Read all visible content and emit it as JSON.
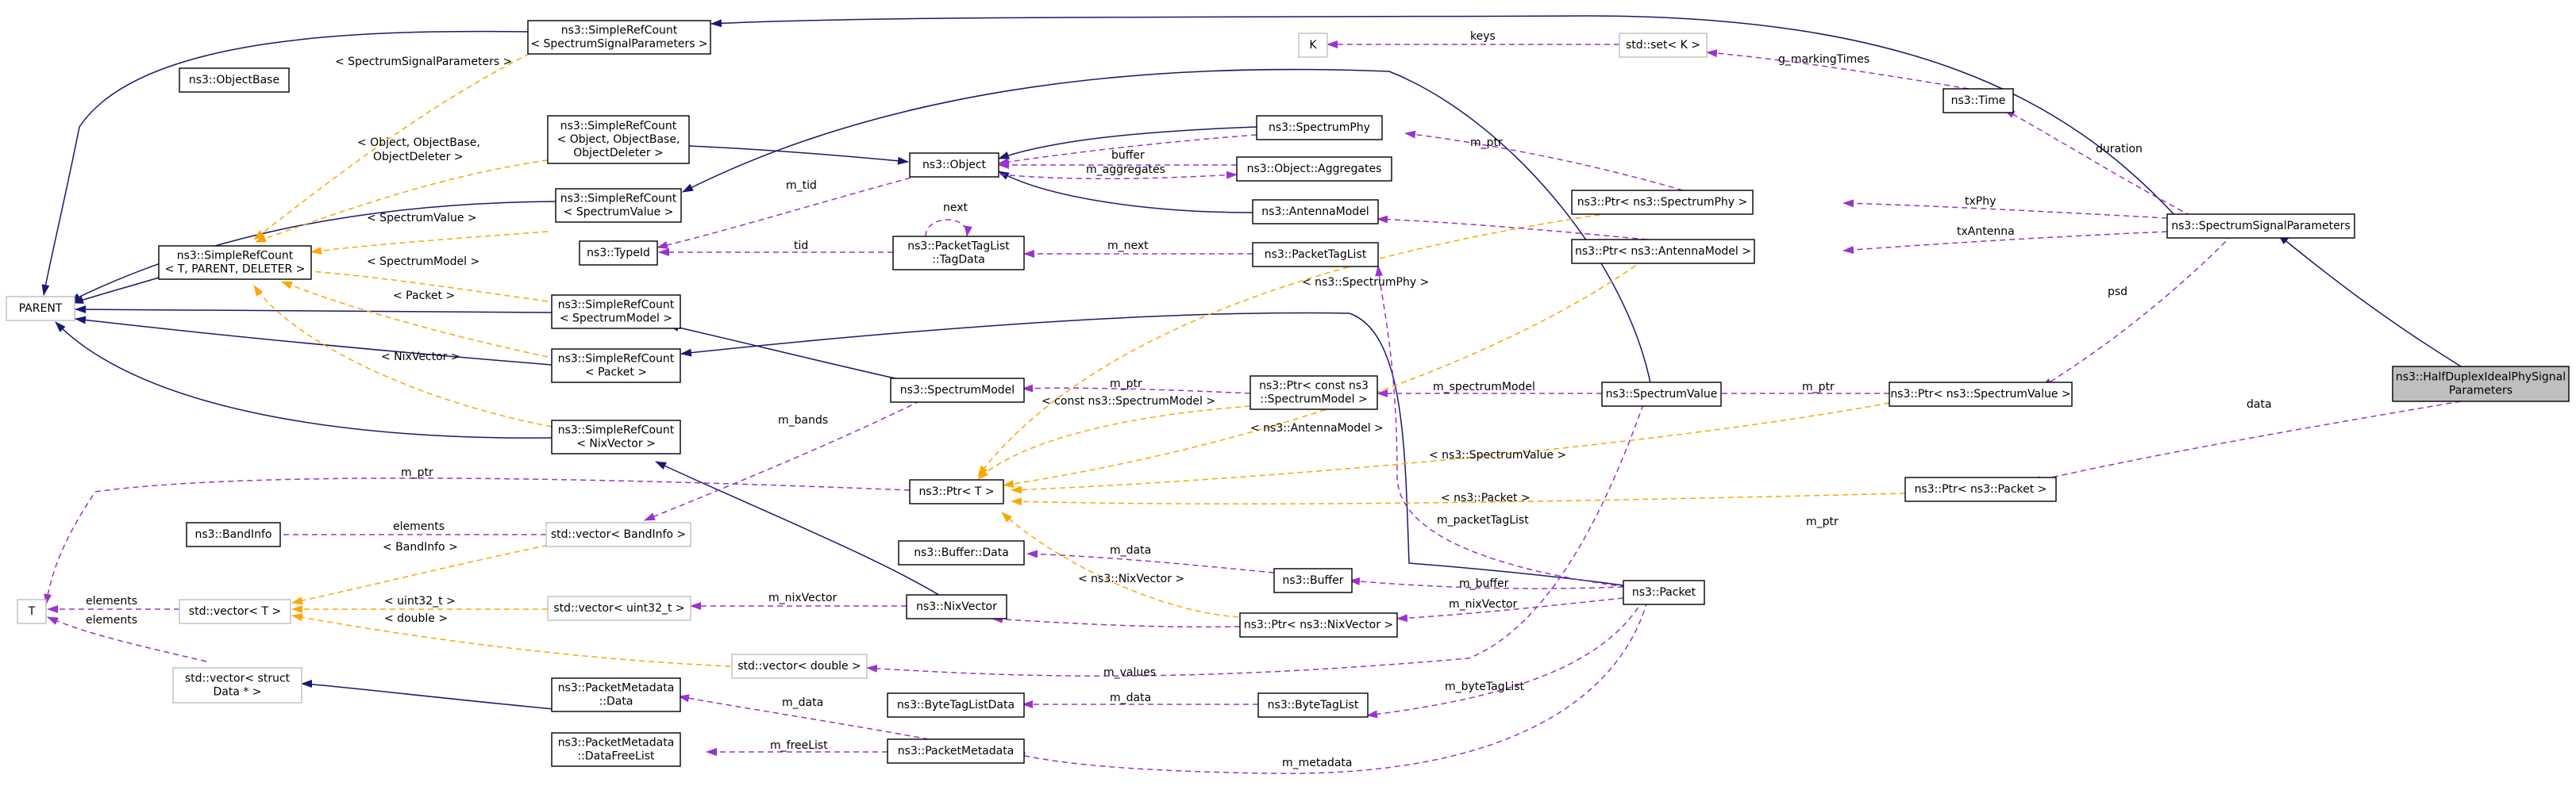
{
  "nodes": [
    {
      "id": "srf_ssp",
      "lines": [
        "ns3::SimpleRefCount",
        "< SpectrumSignalParameters >"
      ]
    },
    {
      "id": "objectbase",
      "lines": [
        "ns3::ObjectBase"
      ]
    },
    {
      "id": "srf_obj",
      "lines": [
        "ns3::SimpleRefCount",
        "< Object, ObjectBase,",
        "ObjectDeleter >"
      ]
    },
    {
      "id": "object",
      "lines": [
        "ns3::Object"
      ]
    },
    {
      "id": "spectrumphy",
      "lines": [
        "ns3::SpectrumPhy"
      ]
    },
    {
      "id": "aggregates",
      "lines": [
        "ns3::Object::Aggregates"
      ]
    },
    {
      "id": "antennamodel",
      "lines": [
        "ns3::AntennaModel"
      ]
    },
    {
      "id": "srf_sv",
      "lines": [
        "ns3::SimpleRefCount",
        "< SpectrumValue >"
      ]
    },
    {
      "id": "srf_t",
      "lines": [
        "ns3::SimpleRefCount",
        "< T, PARENT, DELETER >"
      ]
    },
    {
      "id": "typeid",
      "lines": [
        "ns3::TypeId"
      ]
    },
    {
      "id": "tagdata",
      "lines": [
        "ns3::PacketTagList",
        "::TagData"
      ]
    },
    {
      "id": "packettaglist",
      "lines": [
        "ns3::PacketTagList"
      ]
    },
    {
      "id": "parent",
      "lines": [
        "PARENT"
      ]
    },
    {
      "id": "srf_sm",
      "lines": [
        "ns3::SimpleRefCount",
        "< SpectrumModel >"
      ]
    },
    {
      "id": "srf_pkt",
      "lines": [
        "ns3::SimpleRefCount",
        "< Packet >"
      ]
    },
    {
      "id": "spectrummodel",
      "lines": [
        "ns3::SpectrumModel"
      ]
    },
    {
      "id": "ptr_csm",
      "lines": [
        "ns3::Ptr< const ns3",
        "::SpectrumModel >"
      ]
    },
    {
      "id": "srf_nv",
      "lines": [
        "ns3::SimpleRefCount",
        "< NixVector >"
      ]
    },
    {
      "id": "ptr_t",
      "lines": [
        "ns3::Ptr< T >"
      ]
    },
    {
      "id": "bandinfo",
      "lines": [
        "ns3::BandInfo"
      ]
    },
    {
      "id": "vec_bandinfo",
      "lines": [
        "std::vector< BandInfo >"
      ]
    },
    {
      "id": "buffer_data",
      "lines": [
        "ns3::Buffer::Data"
      ]
    },
    {
      "id": "buffer",
      "lines": [
        "ns3::Buffer"
      ]
    },
    {
      "id": "tnode",
      "lines": [
        "T"
      ]
    },
    {
      "id": "vec_t",
      "lines": [
        "std::vector< T >"
      ]
    },
    {
      "id": "vec_uint32",
      "lines": [
        "std::vector< uint32_t >"
      ]
    },
    {
      "id": "nixvector",
      "lines": [
        "ns3::NixVector"
      ]
    },
    {
      "id": "ptr_nv",
      "lines": [
        "ns3::Ptr< ns3::NixVector >"
      ]
    },
    {
      "id": "vec_double",
      "lines": [
        "std::vector< double >"
      ]
    },
    {
      "id": "vec_struct",
      "lines": [
        "std::vector< struct",
        "Data * >"
      ]
    },
    {
      "id": "pm_data",
      "lines": [
        "ns3::PacketMetadata",
        "::Data"
      ]
    },
    {
      "id": "btl_data",
      "lines": [
        "ns3::ByteTagListData"
      ]
    },
    {
      "id": "bytetaglist",
      "lines": [
        "ns3::ByteTagList"
      ]
    },
    {
      "id": "pm_dfl",
      "lines": [
        "ns3::PacketMetadata",
        "::DataFreeList"
      ]
    },
    {
      "id": "packetmetadata",
      "lines": [
        "ns3::PacketMetadata"
      ]
    },
    {
      "id": "knode",
      "lines": [
        "K"
      ]
    },
    {
      "id": "set_k",
      "lines": [
        "std::set< K >"
      ]
    },
    {
      "id": "time",
      "lines": [
        "ns3::Time"
      ]
    },
    {
      "id": "ptr_sphy",
      "lines": [
        "ns3::Ptr< ns3::SpectrumPhy >"
      ]
    },
    {
      "id": "ptr_am",
      "lines": [
        "ns3::Ptr< ns3::AntennaModel >"
      ]
    },
    {
      "id": "ssp",
      "lines": [
        "ns3::SpectrumSignalParameters"
      ]
    },
    {
      "id": "spectrumvalue",
      "lines": [
        "ns3::SpectrumValue"
      ]
    },
    {
      "id": "ptr_sv",
      "lines": [
        "ns3::Ptr< ns3::SpectrumValue >"
      ]
    },
    {
      "id": "ptr_pkt",
      "lines": [
        "ns3::Ptr< ns3::Packet >"
      ]
    },
    {
      "id": "packet",
      "lines": [
        "ns3::Packet"
      ]
    },
    {
      "id": "hdipsp",
      "lines": [
        "ns3::HalfDuplexIdealPhySignal",
        "Parameters"
      ]
    }
  ],
  "edge_labels": [
    "< SpectrumSignalParameters >",
    "< Object, ObjectBase,",
    "ObjectDeleter >",
    "< SpectrumValue >",
    "< SpectrumModel >",
    "< Packet >",
    "< NixVector >",
    "keys",
    "g_markingTimes",
    "duration",
    "txPhy",
    "txAntenna",
    "psd",
    "data",
    "buffer",
    "m_aggregates",
    "m_ptr",
    "m_tid",
    "next",
    "tid",
    "m_next",
    "< ns3::SpectrumPhy >",
    "m_bands",
    "m_ptr",
    "< const ns3::SpectrumModel >",
    "m_spectrumModel",
    "m_ptr",
    "< ns3::AntennaModel >",
    "< ns3::SpectrumValue >",
    "< ns3::Packet >",
    "m_ptr",
    "m_ptr",
    "m_packetTagList",
    "elements",
    "< BandInfo >",
    "m_data",
    "m_buffer",
    "< ns3::NixVector >",
    "m_nixVector",
    "< uint32_t >",
    "m_nixVector",
    "< double >",
    "m_ptr",
    "elements",
    "m_values",
    "m_byteTagList",
    "m_data",
    "m_data",
    "m_freeList",
    "m_metadata"
  ]
}
